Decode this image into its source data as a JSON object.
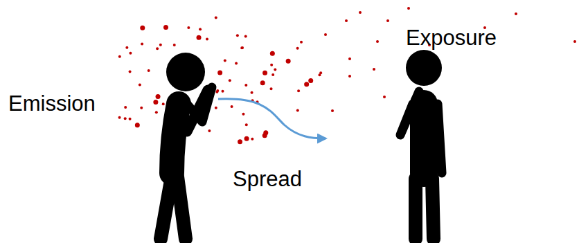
{
  "diagram": {
    "labels": [
      "Exposure",
      "Emission",
      "Spread"
    ]
  }
}
